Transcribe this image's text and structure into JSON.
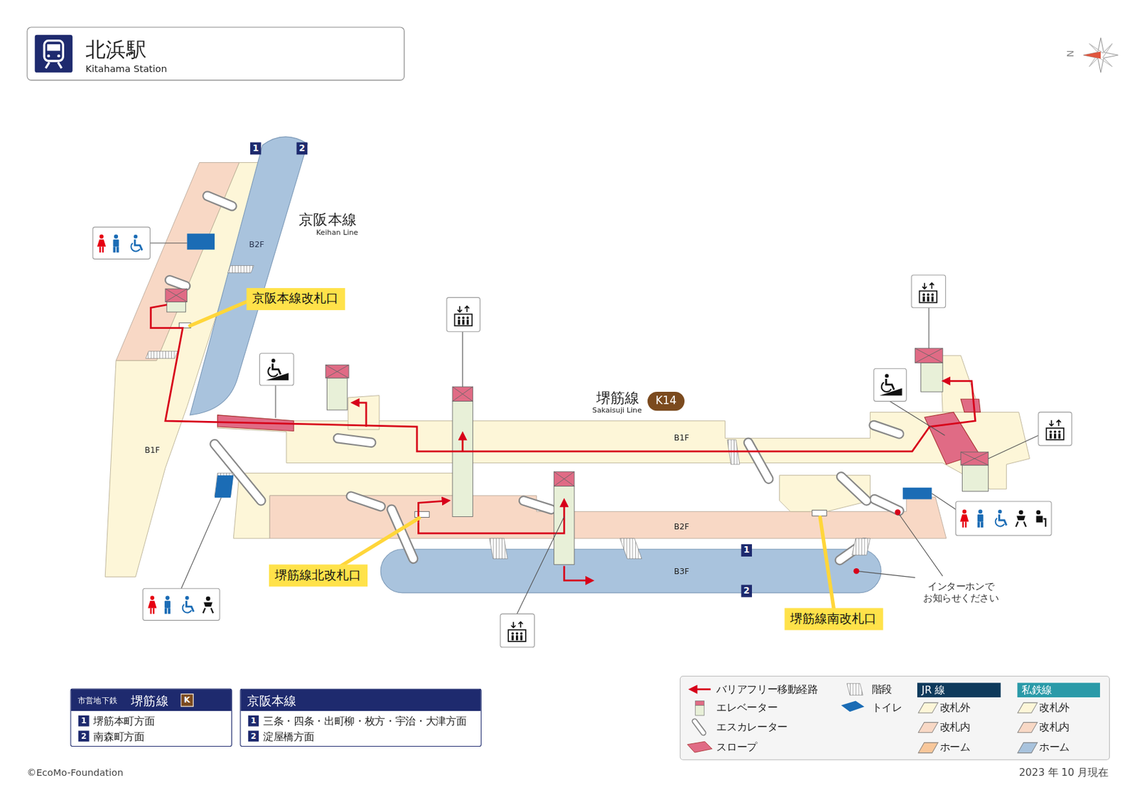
{
  "diagram": {
    "nodes": [
      {
        "text": [
          "北浜駅",
          "Kitahama Station"
        ]
      },
      {
        "text": [
          "1"
        ]
      },
      {
        "text": [
          "2"
        ]
      },
      {
        "text": [
          "京阪本線改札口"
        ]
      },
      {
        "text": [
          "K14"
        ]
      },
      {
        "text": [
          "1"
        ]
      },
      {
        "text": [
          "2"
        ]
      },
      {
        "text": [
          "堺筋線北改札口"
        ]
      },
      {
        "text": [
          "堺筋線南改札口"
        ]
      },
      {
        "text": [
          "市営地下鉄",
          "堺筋線",
          "堺筋本町方面",
          "南森町方面"
        ]
      },
      {
        "text": [
          "K"
        ],
        "in": 9
      },
      {
        "text": [
          "1"
        ],
        "in": 9
      },
      {
        "text": [
          "2"
        ],
        "in": 9
      },
      {
        "text": [
          "京阪本線",
          "三条・四条・出町柳・枚方・宇治・大津方面",
          "淀屋橋方面"
        ]
      },
      {
        "text": [
          "1"
        ],
        "in": 13
      },
      {
        "text": [
          "2"
        ],
        "in": 13
      }
    ],
    "labels": [
      "京阪本線",
      "Keihan Line",
      "B2F",
      "B1F",
      "堺筋線",
      "Sakaisuji Line",
      "B1F",
      "B2F",
      "B3F",
      "インターホンで お知らせください",
      "©EcoMo-Foundation",
      "2023 年 10 月現在",
      "N"
    ],
    "legend": [
      {
        "text": "バリアフリー移動経路"
      },
      {
        "text": "エレベーター"
      },
      {
        "text": "エスカレーター"
      },
      {
        "text": "スロープ"
      },
      {
        "text": "階段"
      },
      {
        "text": "トイレ"
      },
      {
        "text": "JR 線",
        "color": "#0e3a5c"
      },
      {
        "text": "改札外",
        "color": "#fdf6d8"
      },
      {
        "text": "改札内",
        "color": "#f8d8c5"
      },
      {
        "text": "ホーム",
        "color": "#f8c79a"
      },
      {
        "text": "私鉄線",
        "color": "#2a9aa8"
      },
      {
        "text": "改札外",
        "color": "#fdf6d8"
      },
      {
        "text": "改札内",
        "color": "#f8d8c5"
      },
      {
        "text": "ホーム",
        "color": "#a8c3dd"
      }
    ]
  }
}
